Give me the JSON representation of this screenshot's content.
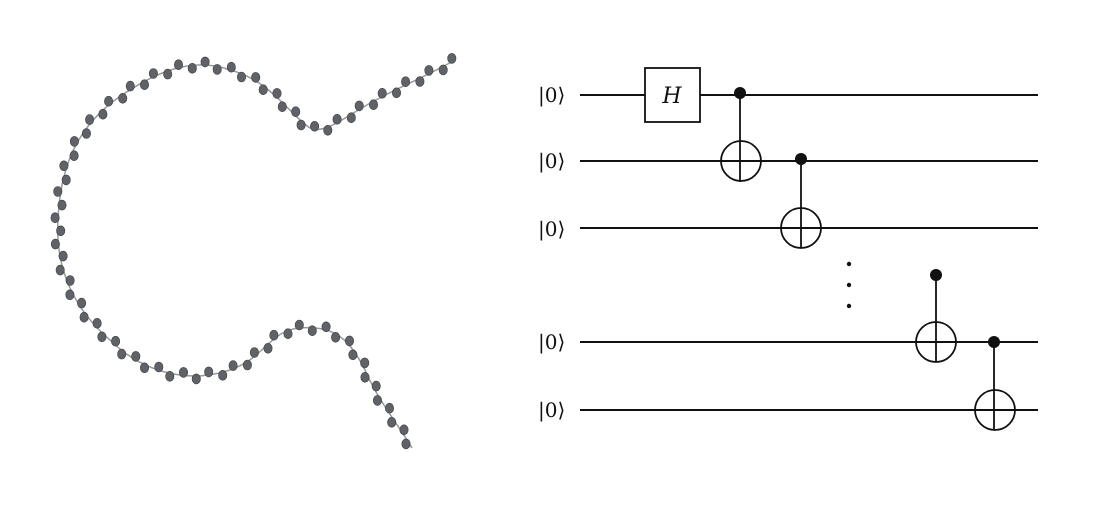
{
  "circuit": {
    "qubits": [
      {
        "label": "|0⟩"
      },
      {
        "label": "|0⟩"
      },
      {
        "label": "|0⟩"
      },
      {
        "label": "|0⟩"
      },
      {
        "label": "|0⟩"
      }
    ],
    "hadamard_label": "H",
    "gates": [
      {
        "type": "H",
        "target": 0
      },
      {
        "type": "CNOT",
        "control": 0,
        "target": 1
      },
      {
        "type": "CNOT",
        "control": 1,
        "target": 2
      },
      {
        "type": "CNOT",
        "control": "ellipsis",
        "target": 3
      },
      {
        "type": "CNOT",
        "control": 3,
        "target": 4
      }
    ]
  },
  "molecule_chain": {
    "style": "ball-and-stick chain",
    "atom_color": "#5f6368",
    "bond_color": "#9a9a9a"
  }
}
